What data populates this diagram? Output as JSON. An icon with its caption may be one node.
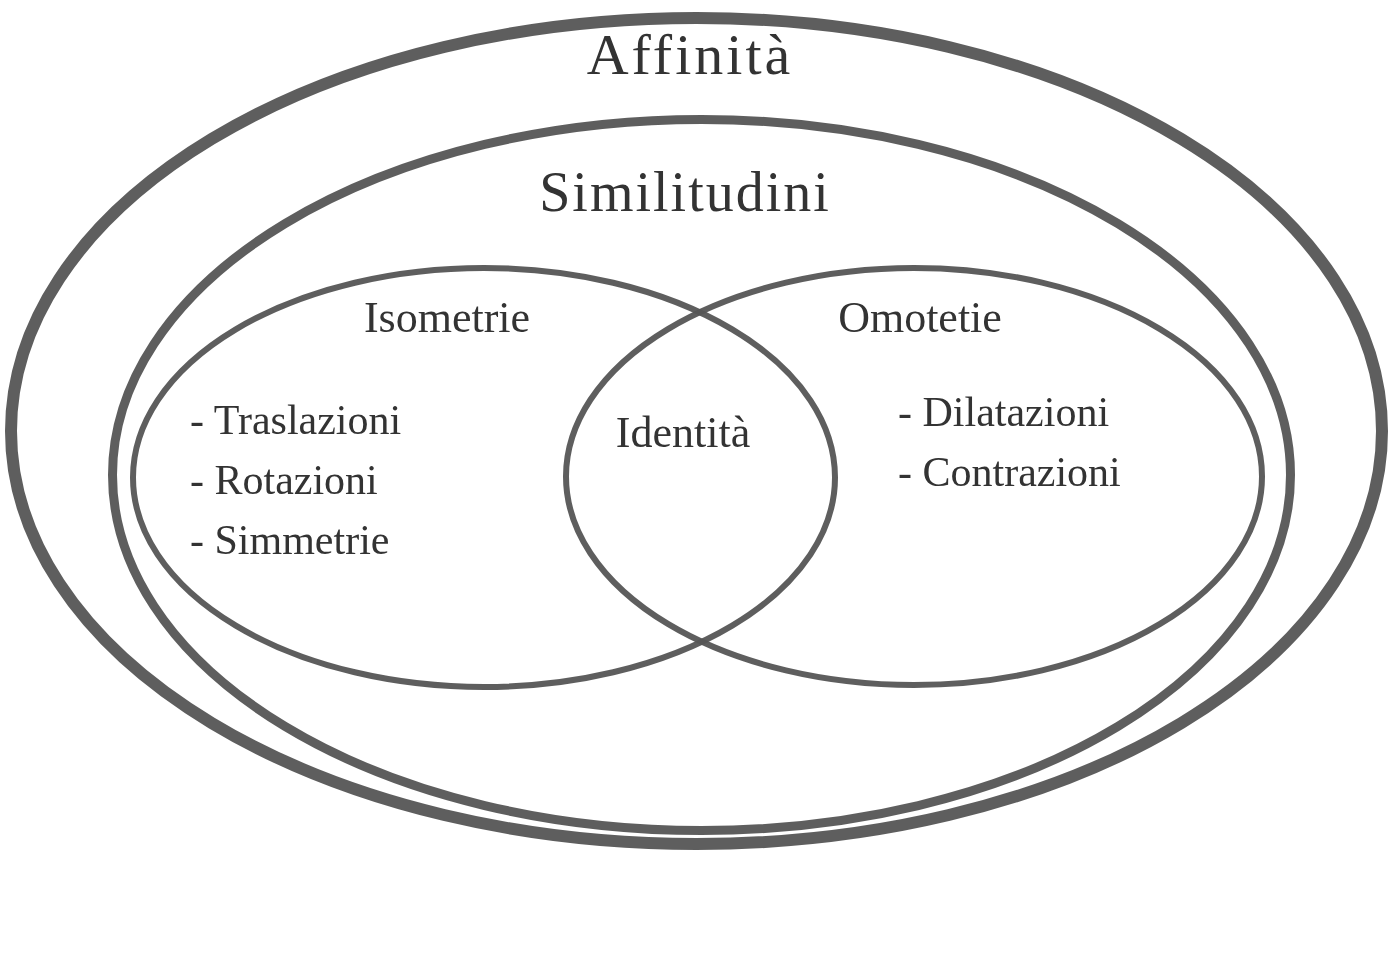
{
  "diagram": {
    "nodes": [
      {
        "text": [
          "Affinità"
        ]
      },
      {
        "text": [
          "Similitudini"
        ],
        "in": 0
      },
      {
        "text": [
          "Isometrie",
          "- Traslazioni",
          "- Rotazioni",
          "- Simmetrie"
        ],
        "in": 1
      },
      {
        "text": [
          "Omotetie",
          "- Dilatazioni",
          "- Contrazioni"
        ],
        "in": 1
      }
    ],
    "labels": [
      "Identità"
    ]
  }
}
